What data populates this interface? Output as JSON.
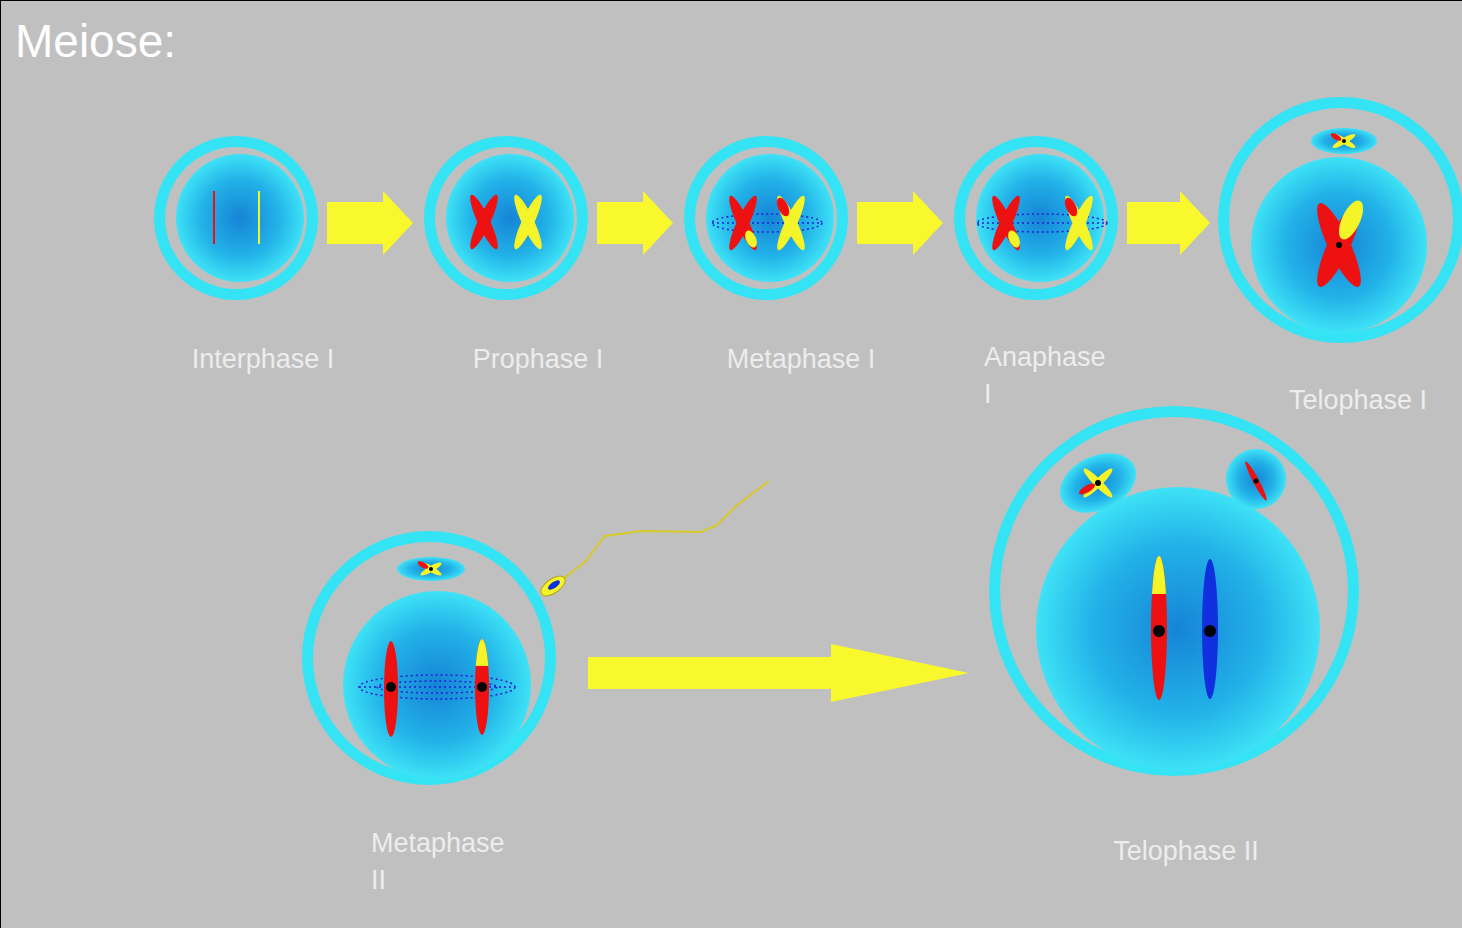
{
  "diagram": {
    "title": "Meiose:",
    "nodes": [
      {
        "text": [
          "Interphase I"
        ]
      },
      {
        "text": [
          "Prophase I"
        ]
      },
      {
        "text": [
          "Metaphase I"
        ]
      },
      {
        "text": [
          "Anaphase I"
        ]
      },
      {
        "text": [
          "Telophase I"
        ]
      },
      {
        "text": [
          "Metaphase II"
        ]
      },
      {
        "text": [
          "Telophase II"
        ]
      }
    ],
    "edges": [
      {
        "from": 0,
        "to": 1,
        "arrow": "to"
      },
      {
        "from": 1,
        "to": 2,
        "arrow": "to"
      },
      {
        "from": 2,
        "to": 3,
        "arrow": "to"
      },
      {
        "from": 3,
        "to": 4,
        "arrow": "to"
      },
      {
        "from": 5,
        "to": 6,
        "arrow": "to"
      }
    ]
  }
}
